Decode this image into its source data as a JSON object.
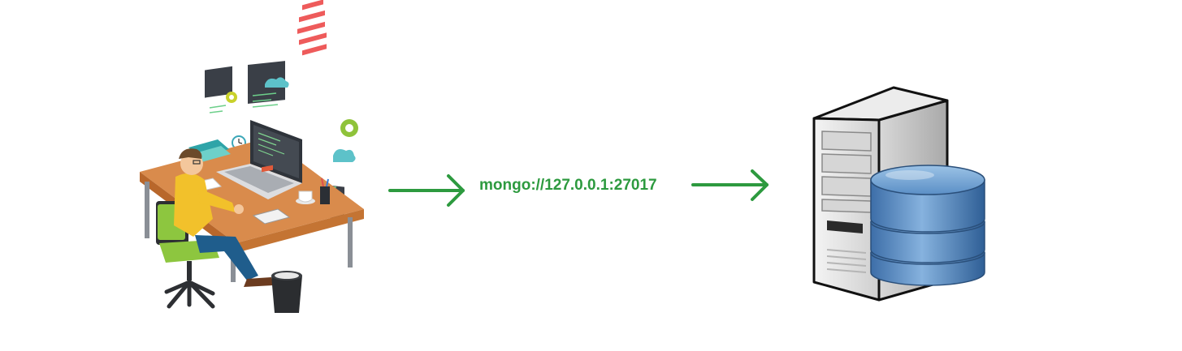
{
  "connection": {
    "uri": "mongo://127.0.0.1:27017"
  },
  "nodes": [
    {
      "id": "developer",
      "icon": "developer-at-desk-icon"
    },
    {
      "id": "server",
      "icon": "database-server-icon"
    }
  ],
  "colors": {
    "arrow": "#2d9a3f",
    "label": "#2d9a3f"
  }
}
